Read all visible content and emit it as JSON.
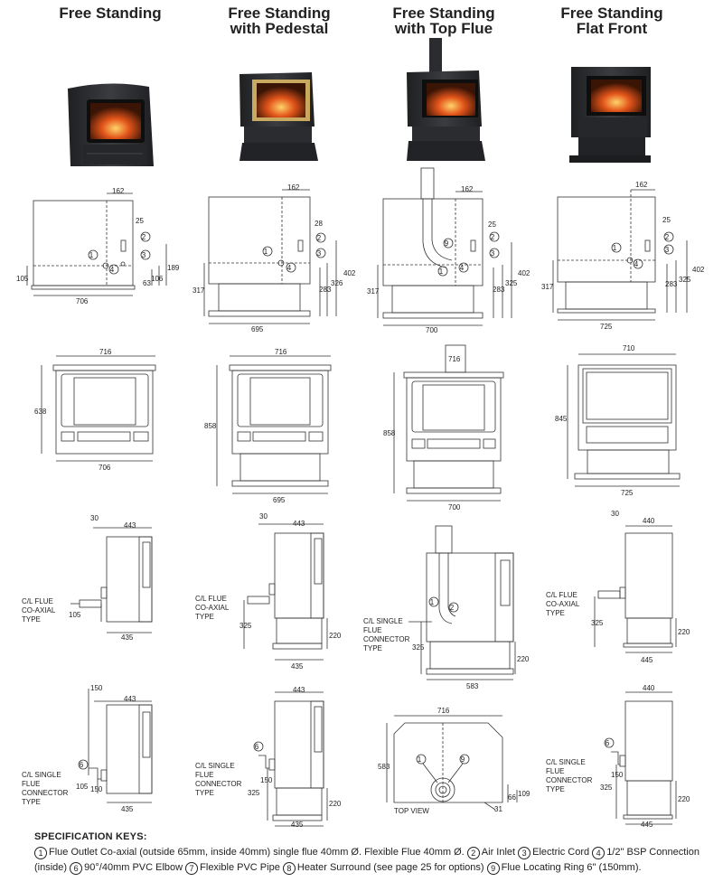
{
  "columns": [
    {
      "title_l1": "Free Standing",
      "title_l2": ""
    },
    {
      "title_l1": "Free Standing",
      "title_l2": "with Pedestal"
    },
    {
      "title_l1": "Free Standing",
      "title_l2": "with Top Flue"
    },
    {
      "title_l1": "Free Standing",
      "title_l2": "Flat Front"
    }
  ],
  "dims": {
    "rear": [
      {
        "w_top": "162",
        "d1": "25",
        "h1": "105",
        "h2": "106",
        "h3": "189",
        "h4": "63",
        "width": "706"
      },
      {
        "w_top": "162",
        "d1": "28",
        "h1": "317",
        "h2": "283",
        "h3": "326",
        "h4": "402",
        "width": "695"
      },
      {
        "w_top": "162",
        "d1": "25",
        "h1": "317",
        "h2": "283",
        "h3": "325",
        "h4": "402",
        "width": "700"
      },
      {
        "w_top": "162",
        "d1": "25",
        "h1": "317",
        "h2": "283",
        "h3": "325",
        "h4": "402",
        "width": "725"
      }
    ],
    "front": [
      {
        "top": "716",
        "height": "638",
        "bottom": "706"
      },
      {
        "top": "716",
        "height": "858",
        "bottom": "695"
      },
      {
        "top": "716",
        "height": "858",
        "bottom": "700"
      },
      {
        "top": "710",
        "height": "845",
        "bottom": "725"
      }
    ],
    "side_coaxial": [
      {
        "off": "30",
        "depth": "443",
        "flue_h": "105",
        "bottom": "435",
        "label_l1": "C/L FLUE",
        "label_l2": "CO-AXIAL",
        "label_l3": "TYPE"
      },
      {
        "off": "30",
        "depth": "443",
        "flue_h": "325",
        "ped": "220",
        "bottom": "435",
        "label_l1": "C/L FLUE",
        "label_l2": "CO-AXIAL",
        "label_l3": "TYPE"
      },
      {
        "flue_h": "325",
        "ped": "220",
        "bottom": "583",
        "label_l1": "C/L SINGLE",
        "label_l2": "FLUE",
        "label_l3": "CONNECTOR",
        "label_l4": "TYPE"
      },
      {
        "off": "30",
        "depth": "440",
        "flue_h": "325",
        "ped": "220",
        "bottom": "445",
        "label_l1": "C/L FLUE",
        "label_l2": "CO-AXIAL",
        "label_l3": "TYPE"
      }
    ],
    "side_single": [
      {
        "top": "150",
        "depth": "443",
        "h1": "105",
        "h2": "150",
        "bottom": "435",
        "label_l1": "C/L SINGLE",
        "label_l2": "FLUE",
        "label_l3": "CONNECTOR",
        "label_l4": "TYPE"
      },
      {
        "depth": "443",
        "h1": "325",
        "h2": "150",
        "ped": "220",
        "bottom": "435",
        "label_l1": "C/L SINGLE",
        "label_l2": "FLUE",
        "label_l3": "CONNECTOR",
        "label_l4": "TYPE"
      },
      {
        "width": "716",
        "depth": "583",
        "a": "66",
        "b": "109",
        "c": "31",
        "label": "TOP VIEW"
      },
      {
        "depth": "440",
        "h1": "325",
        "h2": "150",
        "ped": "220",
        "bottom": "445",
        "label_l1": "C/L SINGLE",
        "label_l2": "FLUE",
        "label_l3": "CONNECTOR",
        "label_l4": "TYPE"
      }
    ]
  },
  "keys": {
    "title": "SPECIFICATION KEYS:",
    "k1_num": "1",
    "k1": "Flue Outlet Co-axial (outside 65mm, inside 40mm) single flue 40mm Ø. Flexible Flue 40mm Ø.",
    "k2_num": "2",
    "k2": "Air Inlet",
    "k3_num": "3",
    "k3": "Electric Cord",
    "k4_num": "4",
    "k4": "1/2\" BSP Connection (inside)",
    "k6_num": "6",
    "k6": "90°/40mm PVC Elbow",
    "k7_num": "7",
    "k7": "Flexible PVC Pipe",
    "k8_num": "8",
    "k8": "Heater Surround (see page 25 for options)",
    "k9_num": "9",
    "k9": "Flue Locating Ring 6\" (150mm)."
  },
  "colors": {
    "stove_body": "#2e3033",
    "stove_dark": "#1c1d1f",
    "fire": "#e2541a",
    "gold_trim": "#c9a860",
    "line": "#333333"
  }
}
